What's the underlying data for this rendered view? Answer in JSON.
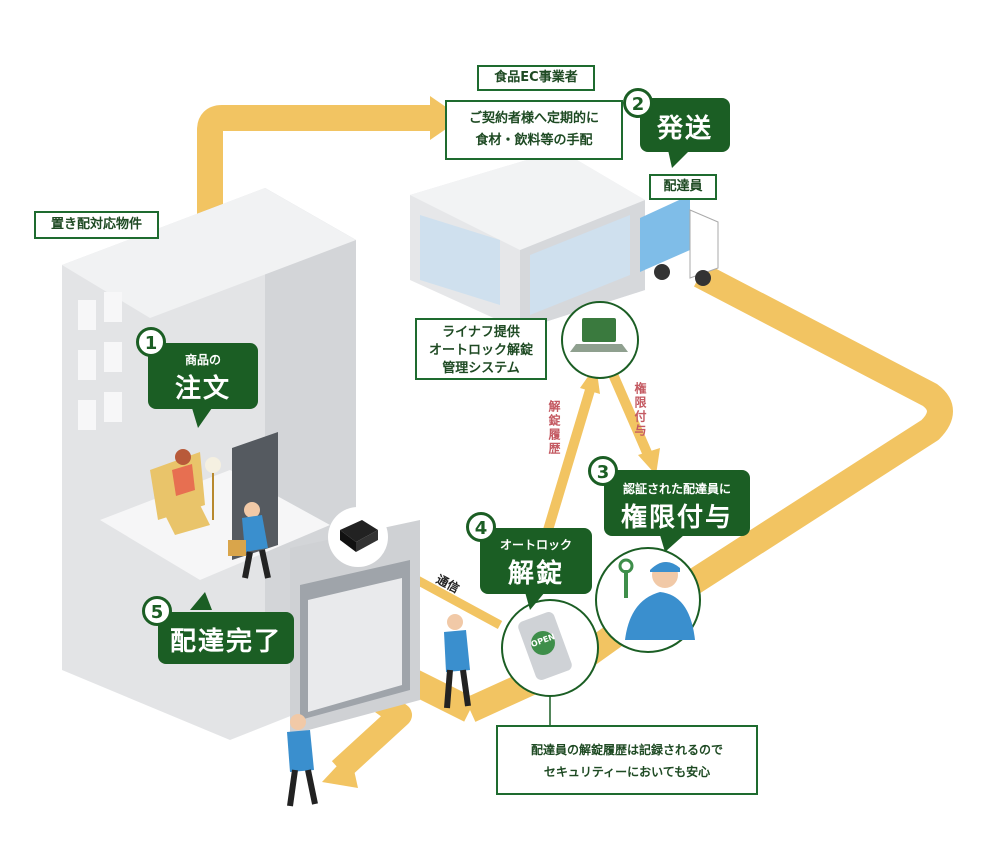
{
  "labels": {
    "property": "置き配対応物件",
    "ec_company": "食品EC事業者",
    "ec_desc_line1": "ご契約者様へ定期的に",
    "ec_desc_line2": "食材・飲料等の手配",
    "delivery_staff": "配達員",
    "system_line1": "ライナフ提供",
    "system_line2": "オートロック解錠",
    "system_line3": "管理システム",
    "unlock_history": "解錠履歴",
    "grant_permission": "権限付与",
    "communication": "通信",
    "open_text": "OPEN",
    "note_line1": "配達員の解錠履歴は記録されるので",
    "note_line2": "セキュリティーにおいても安心"
  },
  "steps": [
    {
      "num": "1",
      "small": "商品の",
      "big": "注文"
    },
    {
      "num": "2",
      "small": "",
      "big": "発送"
    },
    {
      "num": "3",
      "small": "認証された配達員に",
      "big": "権限付与"
    },
    {
      "num": "4",
      "small": "オートロック",
      "big": "解錠"
    },
    {
      "num": "5",
      "small": "",
      "big": "配達完了"
    }
  ],
  "colors": {
    "path": "#f2c462",
    "green": "#1b5e24",
    "building": "#e6e7e9",
    "staff": "#3a8fce"
  }
}
